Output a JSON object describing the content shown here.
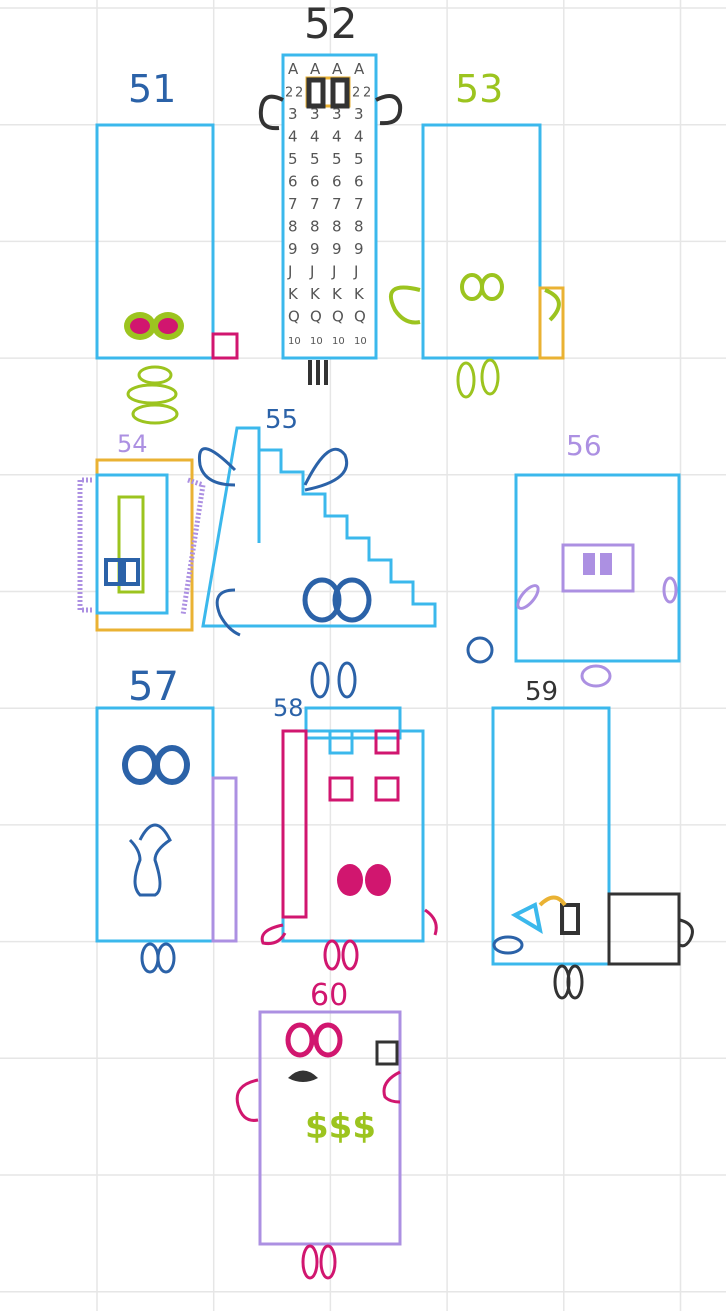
{
  "colors": {
    "grid": "#e6e6e6",
    "outline_blue": "#3bb8ec",
    "dark_blue": "#2b62a8",
    "green": "#9cc41f",
    "magenta": "#d1166f",
    "purple": "#ac90e2",
    "orange": "#eab233",
    "dark": "#333333"
  },
  "labels": {
    "n51": "51",
    "n52": "52",
    "n53": "53",
    "n54": "54",
    "n55": "55",
    "n56": "56",
    "n57": "57",
    "n58": "58",
    "n59": "59",
    "n60": "60"
  },
  "card_rows": [
    "A",
    "2",
    "3",
    "4",
    "5",
    "6",
    "7",
    "8",
    "9",
    "J",
    "K",
    "Q",
    "10"
  ],
  "money": "$$$"
}
